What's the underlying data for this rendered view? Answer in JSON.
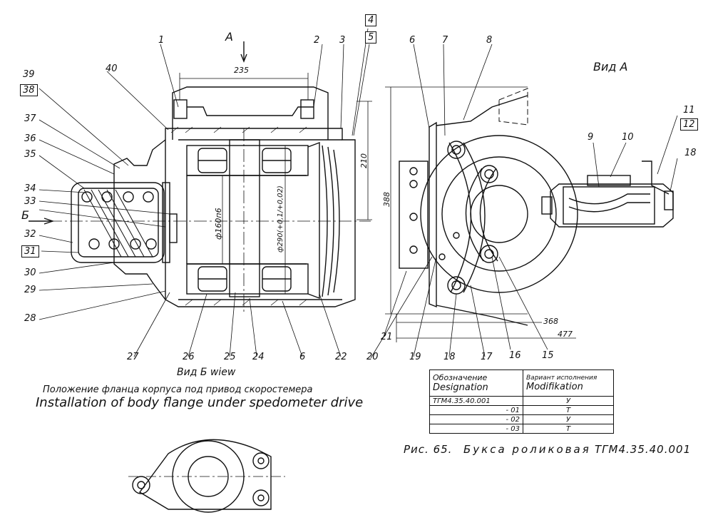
{
  "view_labels": {
    "view_a_arrow": "A",
    "view_a_title": "Вид А",
    "view_b_arrow": "Б",
    "view_b_title": "Вид Б  wiew",
    "flange_ru": "Положение фланца корпуса под привод скоростемера",
    "flange_en": "Installation of body flange under spedometer drive"
  },
  "dimensions": {
    "d235": "235",
    "d210": "210",
    "d388": "388",
    "d368": "368",
    "d477": "477",
    "d160": "ф160п6",
    "d290": "ф290(+0,1/+0,02)"
  },
  "callouts": [
    "1",
    "2",
    "3",
    "4",
    "5",
    "6",
    "7",
    "8",
    "9",
    "10",
    "11",
    "12",
    "15",
    "16",
    "17",
    "18",
    "18",
    "19",
    "20",
    "21",
    "22",
    "24",
    "25",
    "26",
    "27",
    "28",
    "29",
    "30",
    "31",
    "32",
    "33",
    "34",
    "35",
    "36",
    "37",
    "38",
    "39",
    "40",
    "6"
  ],
  "table": {
    "col1_ru": "Обозначение",
    "col1_en": "Designation",
    "col2_ru": "Вариант исполнения",
    "col2_en": "Modifikation",
    "rows": [
      {
        "designation": "ТГМ4.35.40.001",
        "variant": "У"
      },
      {
        "designation": "- 01",
        "variant": "Т"
      },
      {
        "designation": "- 02",
        "variant": "У"
      },
      {
        "designation": "- 03",
        "variant": "Т"
      }
    ]
  },
  "caption": {
    "fig": "Рис. 65.",
    "title": "Букса роликовая",
    "code": "ТГМ4.35.40.001"
  }
}
